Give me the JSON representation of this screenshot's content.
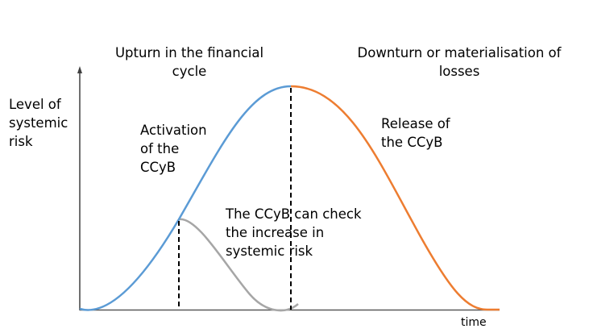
{
  "labels": {
    "upturn_line1": "Upturn in the financial",
    "upturn_line2": "cycle",
    "downturn_line1": "Downturn or materialisation of",
    "downturn_line2": "losses",
    "y_axis_line1": "Level of",
    "y_axis_line2": "systemic",
    "y_axis_line3": "risk",
    "activation_line1": "Activation",
    "activation_line2": "of the",
    "activation_line3": "CCyB",
    "release_line1": "Release of",
    "release_line2": "the CCyB",
    "check_line1": "The CCyB can check",
    "check_line2": "the increase in",
    "check_line3": "systemic risk",
    "x_axis": "time"
  },
  "colors": {
    "upturn_curve": "#5b9bd5",
    "downturn_curve": "#ed7d31",
    "mitigated_curve": "#a6a6a6",
    "axis": "#404040"
  }
}
